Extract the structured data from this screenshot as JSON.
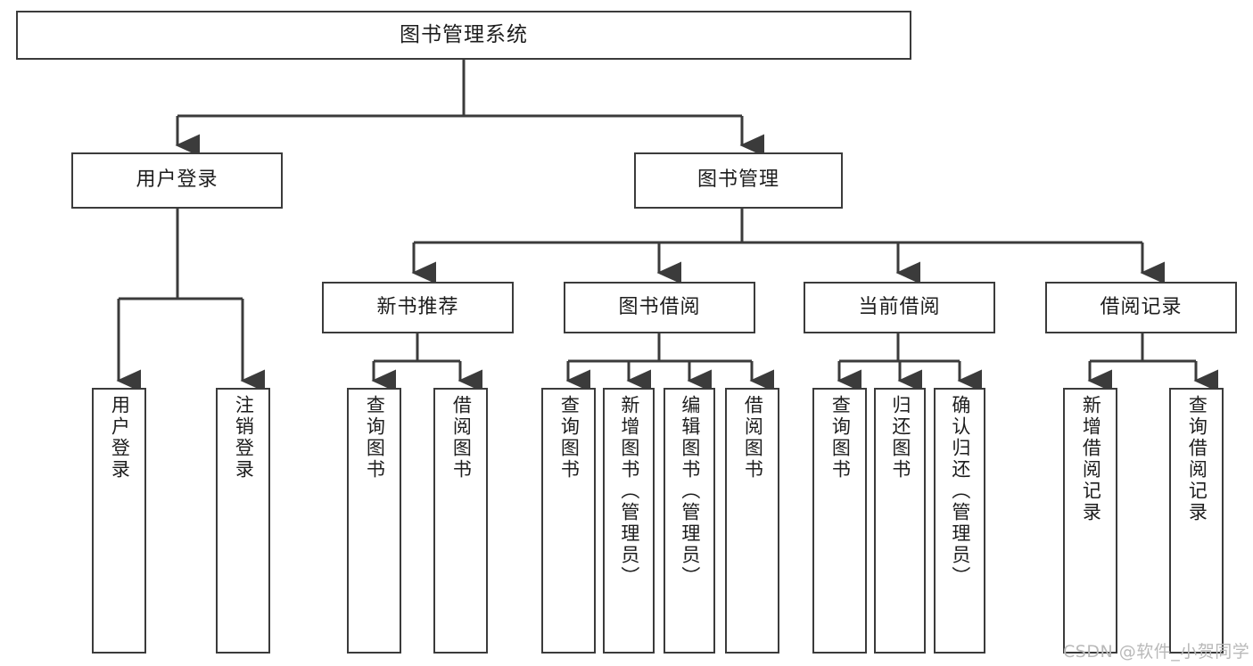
{
  "diagram": {
    "title": "图书管理系统",
    "type": "tree-hierarchy",
    "watermark": "CSDN @软件_小贺同学",
    "colors": {
      "border": "#3b3b3b",
      "fill": "#ffffff",
      "text": "#1d1d1d",
      "edge": "#3b3b3b",
      "watermark": "#b9b9b9"
    },
    "nodes": {
      "root": {
        "label": "图书管理系统",
        "orientation": "horizontal"
      },
      "level2": [
        {
          "id": "user-login",
          "label": "用户登录",
          "orientation": "horizontal"
        },
        {
          "id": "book-manage",
          "label": "图书管理",
          "orientation": "horizontal"
        }
      ],
      "level3": [
        {
          "id": "new-book-rec",
          "label": "新书推荐",
          "orientation": "horizontal"
        },
        {
          "id": "book-borrow",
          "label": "图书借阅",
          "orientation": "horizontal"
        },
        {
          "id": "current-borrow",
          "label": "当前借阅",
          "orientation": "horizontal"
        },
        {
          "id": "borrow-record",
          "label": "借阅记录",
          "orientation": "horizontal"
        }
      ],
      "leaves": [
        {
          "id": "leaf-user-login",
          "label": "用户登录",
          "parent": "user-login",
          "orientation": "vertical"
        },
        {
          "id": "leaf-logout",
          "label": "注销登录",
          "parent": "user-login",
          "orientation": "vertical"
        },
        {
          "id": "leaf-query-book-1",
          "label": "查询图书",
          "parent": "new-book-rec",
          "orientation": "vertical"
        },
        {
          "id": "leaf-borrow-book-1",
          "label": "借阅图书",
          "parent": "new-book-rec",
          "orientation": "vertical"
        },
        {
          "id": "leaf-query-book-2",
          "label": "查询图书",
          "parent": "book-borrow",
          "orientation": "vertical"
        },
        {
          "id": "leaf-add-book",
          "label": "新增图书（管理员）",
          "parent": "book-borrow",
          "orientation": "vertical"
        },
        {
          "id": "leaf-edit-book",
          "label": "编辑图书（管理员）",
          "parent": "book-borrow",
          "orientation": "vertical"
        },
        {
          "id": "leaf-borrow-book-2",
          "label": "借阅图书",
          "parent": "book-borrow",
          "orientation": "vertical"
        },
        {
          "id": "leaf-query-book-3",
          "label": "查询图书",
          "parent": "current-borrow",
          "orientation": "vertical"
        },
        {
          "id": "leaf-return-book",
          "label": "归还图书",
          "parent": "current-borrow",
          "orientation": "vertical"
        },
        {
          "id": "leaf-confirm-return",
          "label": "确认归还（管理员）",
          "parent": "current-borrow",
          "orientation": "vertical"
        },
        {
          "id": "leaf-add-record",
          "label": "新增借阅记录",
          "parent": "borrow-record",
          "orientation": "vertical"
        },
        {
          "id": "leaf-query-record",
          "label": "查询借阅记录",
          "parent": "borrow-record",
          "orientation": "vertical"
        }
      ]
    }
  }
}
